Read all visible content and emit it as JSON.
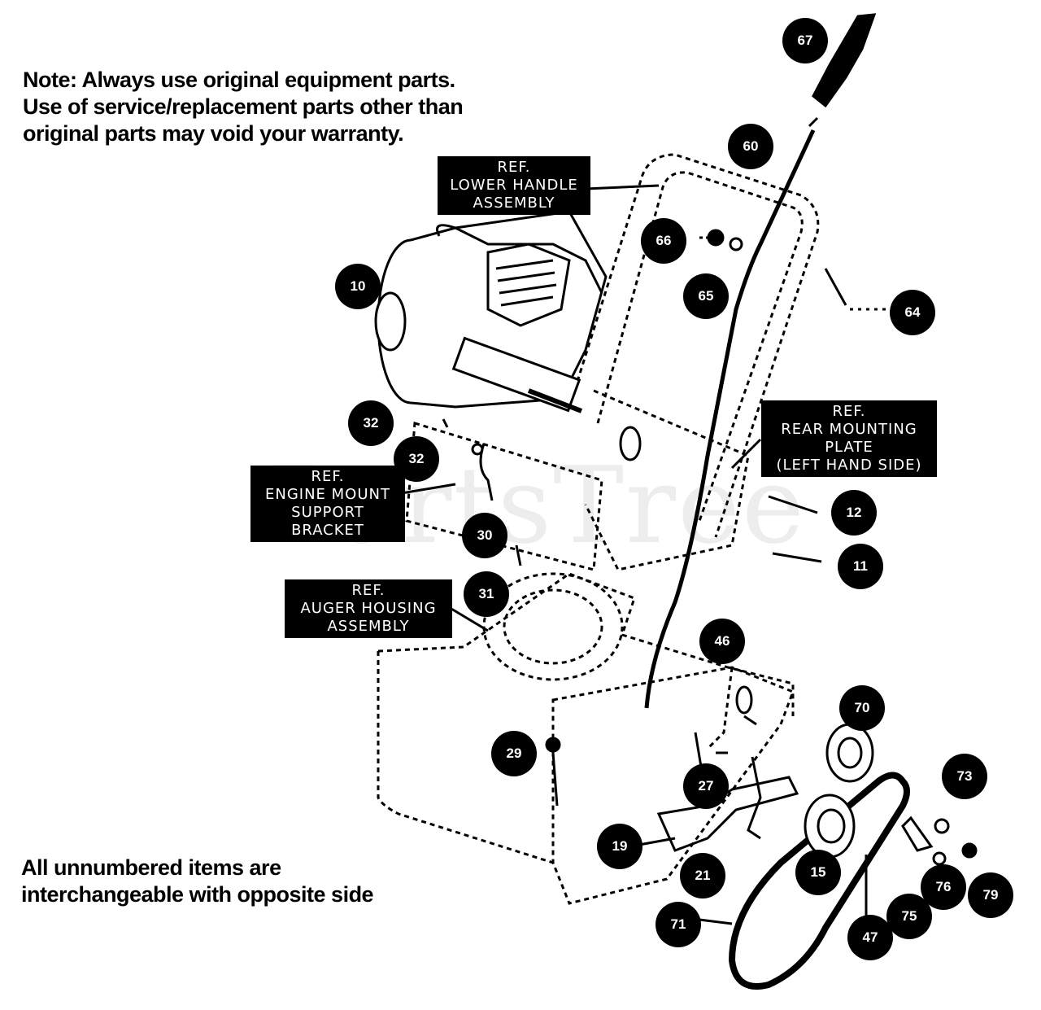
{
  "notes": {
    "top": "Note: Always use original equipment parts.  Use of service/replacement parts other than original parts may void your warranty.",
    "bottom": "All unnumbered items are interchangeable with opposite side"
  },
  "watermark": "PartsTree",
  "ref_labels": {
    "lower_handle": [
      "REF.",
      "LOWER HANDLE",
      "ASSEMBLY"
    ],
    "rear_mounting": [
      "REF.",
      "REAR MOUNTING",
      "PLATE",
      "(LEFT HAND SIDE)"
    ],
    "engine_mount": [
      "REF.",
      "ENGINE MOUNT",
      "SUPPORT",
      "BRACKET"
    ],
    "auger_housing": [
      "REF.",
      "AUGER HOUSING",
      "ASSEMBLY"
    ]
  },
  "callouts": {
    "c67": "67",
    "c60": "60",
    "c66": "66",
    "c65": "65",
    "c64": "64",
    "c10": "10",
    "c32a": "32",
    "c32b": "32",
    "c30": "30",
    "c31": "31",
    "c12": "12",
    "c11": "11",
    "c46": "46",
    "c70": "70",
    "c29": "29",
    "c27": "27",
    "c73": "73",
    "c19": "19",
    "c21": "21",
    "c15": "15",
    "c76": "76",
    "c79": "79",
    "c75": "75",
    "c71": "71",
    "c47": "47"
  }
}
